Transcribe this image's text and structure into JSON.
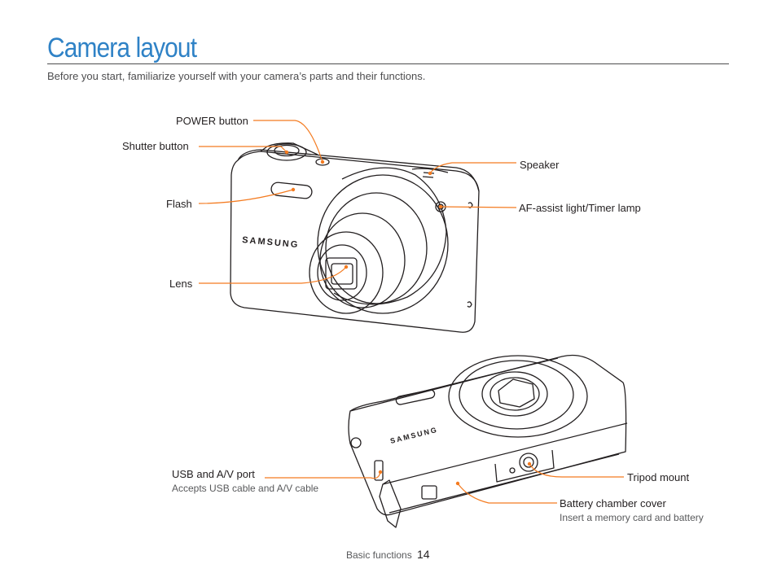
{
  "page": {
    "title": "Camera layout",
    "subtitle": "Before you start, familiarize yourself with your camera’s parts and their functions.",
    "footer_section": "Basic functions",
    "footer_page": "14"
  },
  "front_labels": {
    "power": "POWER button",
    "shutter": "Shutter button",
    "flash": "Flash",
    "lens": "Lens",
    "speaker": "Speaker",
    "af_assist": "AF-assist light/Timer lamp"
  },
  "bottom_labels": {
    "usb": "USB and A/V port",
    "usb_desc": "Accepts USB cable and A/V cable",
    "tripod": "Tripod mount",
    "battery": "Battery chamber cover",
    "battery_desc": "Insert a memory card and battery"
  },
  "brand": "SAMSUNG",
  "accent_color": "#f47b20",
  "title_color": "#2f82c6"
}
